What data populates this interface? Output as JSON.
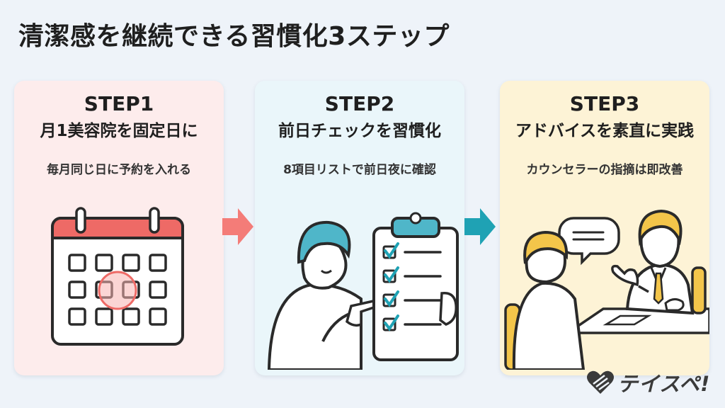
{
  "title": "清潔感を継続できる習慣化3ステップ",
  "steps": [
    {
      "label": "STEP1",
      "heading": "月1美容院を固定日に",
      "sub": "毎月同じ日に予約を入れる"
    },
    {
      "label": "STEP2",
      "heading": "前日チェックを習慣化",
      "sub": "8項目リストで前日夜に確認"
    },
    {
      "label": "STEP3",
      "heading": "アドバイスを素直に実践",
      "sub": "カウンセラーの指摘は即改善"
    }
  ],
  "logo": {
    "text": "テイスペ!"
  },
  "icons": [
    "calendar-icon",
    "checklist-icon",
    "counseling-icon",
    "arrow-right-icon",
    "heart-logo-icon"
  ],
  "colors": {
    "step1_bg": "#fdecec",
    "step2_bg": "#eaf6fa",
    "step3_bg": "#fdf3d6",
    "arrow1": "#f47c78",
    "arrow2": "#1fa2b4",
    "calendar_top": "#ee6a66",
    "hair_teal": "#4fb6c9",
    "hair_yellow": "#f3c54a"
  }
}
